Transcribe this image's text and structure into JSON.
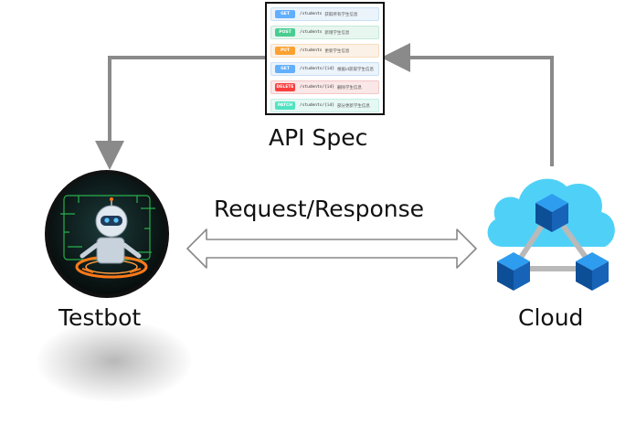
{
  "api_spec": {
    "title": "API Spec",
    "endpoints": [
      {
        "method": "GET",
        "path": "/students",
        "desc": "获取所有学生信息",
        "color": "#61affe",
        "bg": "#ebf3fb",
        "border": "#c9e0f7"
      },
      {
        "method": "POST",
        "path": "/students",
        "desc": "新增学生信息",
        "color": "#49cc90",
        "bg": "#e8f6f0",
        "border": "#c3ead8"
      },
      {
        "method": "PUT",
        "path": "/students",
        "desc": "更新学生信息",
        "color": "#fca130",
        "bg": "#fbf1e6",
        "border": "#f6dcbe"
      },
      {
        "method": "GET",
        "path": "/students/{id}",
        "desc": "根据id获取学生信息",
        "color": "#61affe",
        "bg": "#ebf3fb",
        "border": "#c9e0f7"
      },
      {
        "method": "DELETE",
        "path": "/students/{id}",
        "desc": "删除学生信息",
        "color": "#f93e3e",
        "bg": "#fae7e7",
        "border": "#f4c6c6"
      },
      {
        "method": "PATCH",
        "path": "/students/{id}",
        "desc": "部分更新学生信息",
        "color": "#50e3c2",
        "bg": "#e6f8f4",
        "border": "#c2efe4"
      }
    ]
  },
  "labels": {
    "request_response": "Request/Response",
    "testbot": "Testbot",
    "cloud": "Cloud"
  },
  "colors": {
    "arrow": "#8a8a8a",
    "double_arrow_stroke": "#888888",
    "cloud_fill": "#4fd1f7",
    "cube_blue": "#1f6fbf"
  },
  "icons": {
    "testbot": "robot-icon",
    "cloud": "cloud-network-icon"
  }
}
